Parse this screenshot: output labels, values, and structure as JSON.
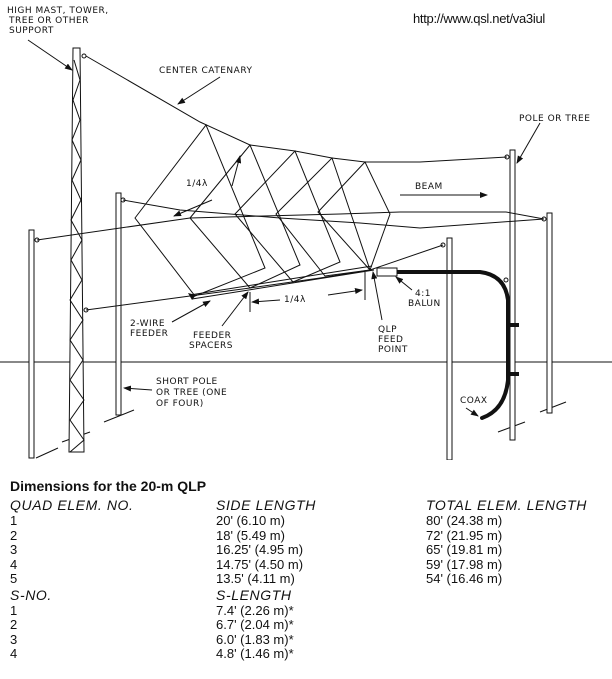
{
  "header": {
    "url": "http://www.qsl.net/va3iul"
  },
  "diagram": {
    "labels": {
      "mast": [
        "HIGH MAST, TOWER,",
        "TREE OR OTHER",
        "SUPPORT"
      ],
      "catenary": "CENTER CATENARY",
      "pole_or_tree": "POLE OR TREE",
      "beam": "BEAM",
      "quarter_wave_upper": "1/4λ",
      "quarter_wave_lower": "1/4λ",
      "balun": [
        "4:1",
        "BALUN"
      ],
      "two_wire_feeder": [
        "2-WIRE",
        "FEEDER"
      ],
      "feeder_spacers": [
        "FEEDER",
        "SPACERS"
      ],
      "feed_point": [
        "QLP",
        "FEED",
        "POINT"
      ],
      "short_pole": [
        "SHORT POLE",
        "OR TREE (ONE",
        "OF FOUR)"
      ],
      "coax": "COAX"
    }
  },
  "table": {
    "title": "Dimensions for the 20-m QLP",
    "headers": {
      "elem_no": "QUAD ELEM. NO.",
      "side_length": "SIDE LENGTH",
      "total_length": "TOTAL ELEM. LENGTH"
    },
    "rows": [
      {
        "no": "1",
        "side": "20'  (6.10 m)",
        "total": "80'  (24.38 m)"
      },
      {
        "no": "2",
        "side": "18'  (5.49 m)",
        "total": "72'  (21.95 m)"
      },
      {
        "no": "3",
        "side": "16.25'  (4.95 m)",
        "total": "65'  (19.81 m)"
      },
      {
        "no": "4",
        "side": "14.75'  (4.50 m)",
        "total": "59'  (17.98 m)"
      },
      {
        "no": "5",
        "side": "13.5'  (4.11 m)",
        "total": "54'  (16.46 m)"
      }
    ],
    "s_headers": {
      "s_no": "S-NO.",
      "s_length": "S-LENGTH"
    },
    "s_rows": [
      {
        "no": "1",
        "length": "7.4'  (2.26 m)*"
      },
      {
        "no": "2",
        "length": "6.7'  (2.04 m)*"
      },
      {
        "no": "3",
        "length": "6.0'  (1.83 m)*"
      },
      {
        "no": "4",
        "length": "4.8'  (1.46 m)*"
      }
    ]
  }
}
